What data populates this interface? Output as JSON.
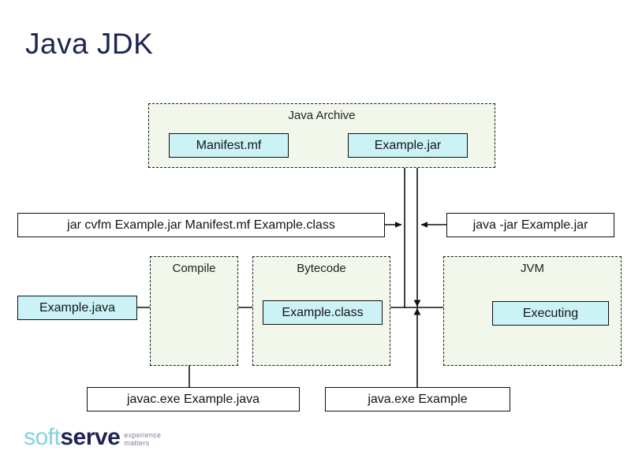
{
  "slide": {
    "title": "Java JDK",
    "background": "#ffffff",
    "title_color": "#1f2552"
  },
  "colors": {
    "node_fill": "#cbf3f5",
    "group_fill": "#f2f7eb",
    "stroke": "#0e0e0e",
    "logo_soft": "#7fd3e0",
    "logo_serve": "#1f2552",
    "logo_tagline": "#7a7f92"
  },
  "groups": [
    {
      "label": "Java Archive"
    },
    {
      "label": "Compile"
    },
    {
      "label": "Bytecode"
    },
    {
      "label": "JVM"
    }
  ],
  "nodes": [
    {
      "label": "Manifest.mf"
    },
    {
      "label": "Example.jar"
    },
    {
      "label": "Example.java"
    },
    {
      "label": "Example.class"
    },
    {
      "label": "Executing"
    }
  ],
  "commands": [
    {
      "label": "jar cvfm Example.jar Manifest.mf Example.class"
    },
    {
      "label": "java -jar Example.jar"
    },
    {
      "label": "javac.exe  Example.java"
    },
    {
      "label": "java.exe Example"
    }
  ],
  "logo": {
    "soft": "soft",
    "serve": "serve",
    "tagline_line1": "experience",
    "tagline_line2": "matters"
  }
}
